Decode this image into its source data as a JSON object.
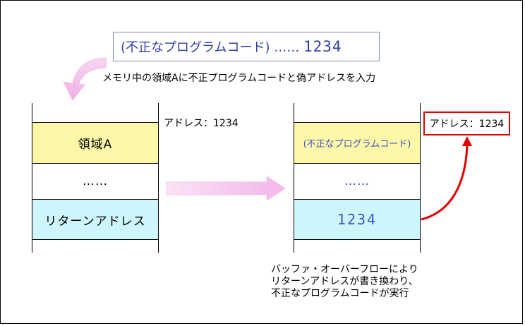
{
  "payload": {
    "prefix": "(不正なプログラムコード) …… ",
    "address": "1234"
  },
  "caption_top": "メモリ中の領域Aに不正プログラムコードと偽アドレスを入力",
  "left_stack": {
    "area_a": "領域A",
    "ellipsis": "……",
    "return_address": "リターンアドレス"
  },
  "left_address_label": "アドレス：1234",
  "right_stack": {
    "malicious_code": "(不正なプログラムコード)",
    "ellipsis": "……",
    "return_address_value": "1234"
  },
  "right_address_label": "アドレス：1234",
  "caption_bottom": {
    "line1": "バッファ・オーバーフローにより",
    "line2": "リターンアドレスが書き換わり、",
    "line3": "不正なプログラムコードが実行"
  },
  "colors": {
    "yellow_cell": "#fdf7a8",
    "cyan_cell": "#ccf6fb",
    "blue_text": "#3a56c4",
    "red_highlight": "#e00000",
    "pink_arrow": "#f7c8ef"
  }
}
